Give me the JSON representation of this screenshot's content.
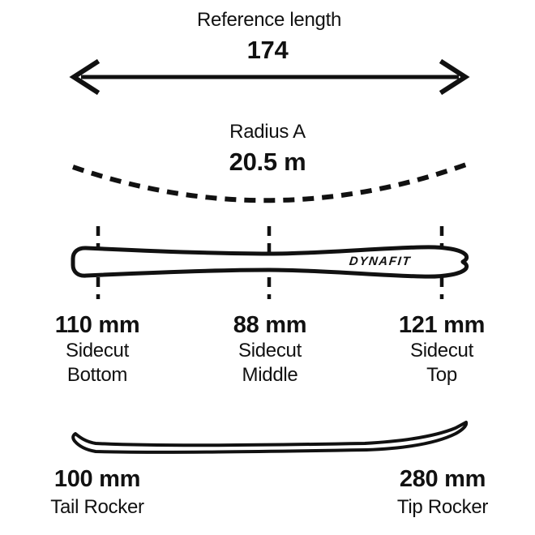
{
  "colors": {
    "ink": "#111111",
    "background": "#ffffff"
  },
  "reference": {
    "label": "Reference length",
    "value": "174"
  },
  "radius": {
    "label": "Radius A",
    "value": "20.5 m"
  },
  "brand": "DYNAFIT",
  "sidecut": {
    "bottom": {
      "value": "110 mm",
      "name": "Sidecut",
      "position": "Bottom"
    },
    "middle": {
      "value": "88 mm",
      "name": "Sidecut",
      "position": "Middle"
    },
    "top": {
      "value": "121 mm",
      "name": "Sidecut",
      "position": "Top"
    }
  },
  "rocker": {
    "tail": {
      "value": "100 mm",
      "label": "Tail Rocker"
    },
    "tip": {
      "value": "280 mm",
      "label": "Tip Rocker"
    }
  }
}
